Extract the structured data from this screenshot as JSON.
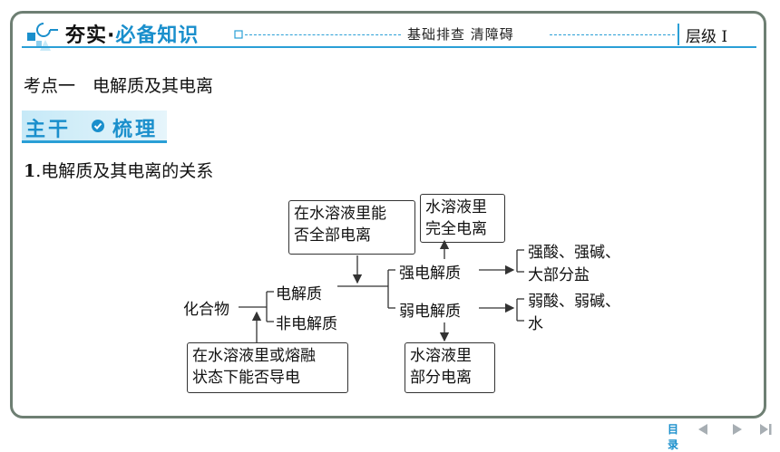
{
  "header": {
    "title_main": "夯实",
    "title_dot": "·",
    "title_accent": "必备知识",
    "middle": "基础排查 清障碍",
    "level": "层级 Ⅰ"
  },
  "section_heading": "考点一　电解质及其电离",
  "banner": {
    "left": "主干",
    "right": "梳理"
  },
  "subheading": {
    "number": "1",
    "text": ".电解质及其电离的关系"
  },
  "diagram": {
    "compound": "化合物",
    "electrolyte": "电解质",
    "non_electrolyte": "非电解质",
    "criterion_top_line1": "在水溶液里能",
    "criterion_top_line2": "否全部电离",
    "criterion_bottom_line1": "在水溶液里或熔融",
    "criterion_bottom_line2": "状态下能否导电",
    "strong": "强电解质",
    "weak": "弱电解质",
    "strong_box_line1": "水溶液里",
    "strong_box_line2": "完全电离",
    "weak_box_line1": "水溶液里",
    "weak_box_line2": "部分电离",
    "strong_ex_line1": "强酸、强碱、",
    "strong_ex_line2": "大部分盐",
    "weak_ex_line1": "弱酸、弱碱、",
    "weak_ex_line2": "水"
  },
  "nav": {
    "toc": "目录"
  },
  "colors": {
    "accent": "#1a8fcc",
    "frame": "#6e7f73",
    "line": "#2a9fd6"
  }
}
